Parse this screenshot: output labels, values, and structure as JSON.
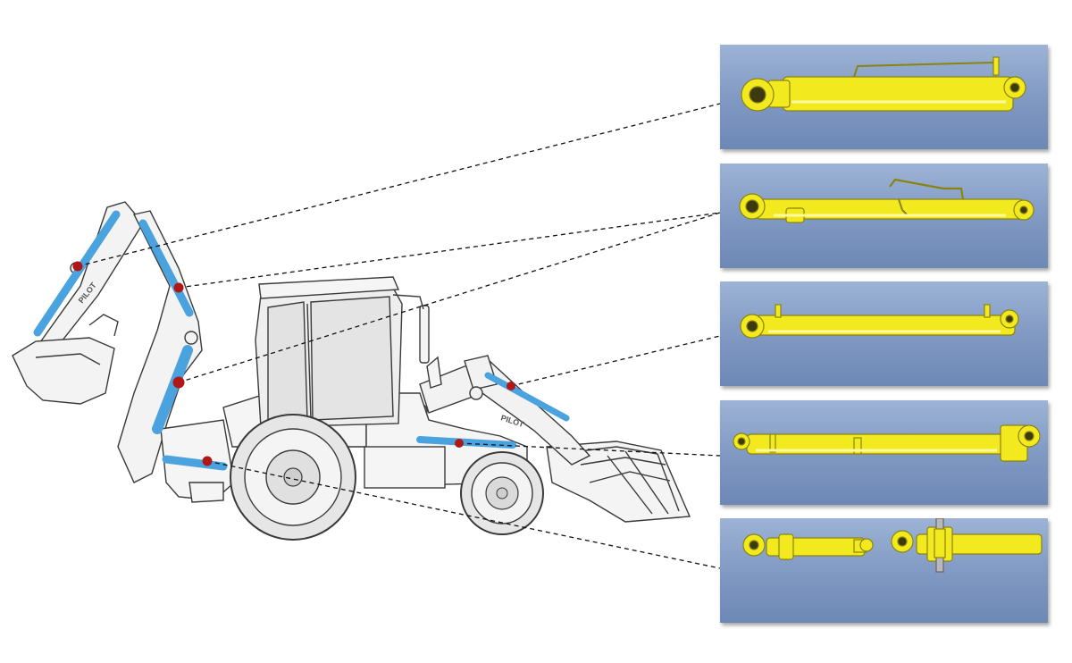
{
  "figure": {
    "brand_marks": [
      "PILOT",
      "PILOT"
    ],
    "colors": {
      "cylinder_highlight": "#4aa3df",
      "callout_dot": "#b01818",
      "callout_line": "#111111",
      "cylinder_yellow": "#f2ea1e",
      "panel_blue": "#8aa2cb",
      "sketch_line": "#3a3a3a"
    },
    "panels": [
      {
        "name": "boom-cylinder"
      },
      {
        "name": "dipper-cylinder"
      },
      {
        "name": "loader-lift-cylinder"
      },
      {
        "name": "bucket-tilt-cylinder"
      },
      {
        "name": "stabilizer-and-swing-cylinders"
      }
    ]
  }
}
